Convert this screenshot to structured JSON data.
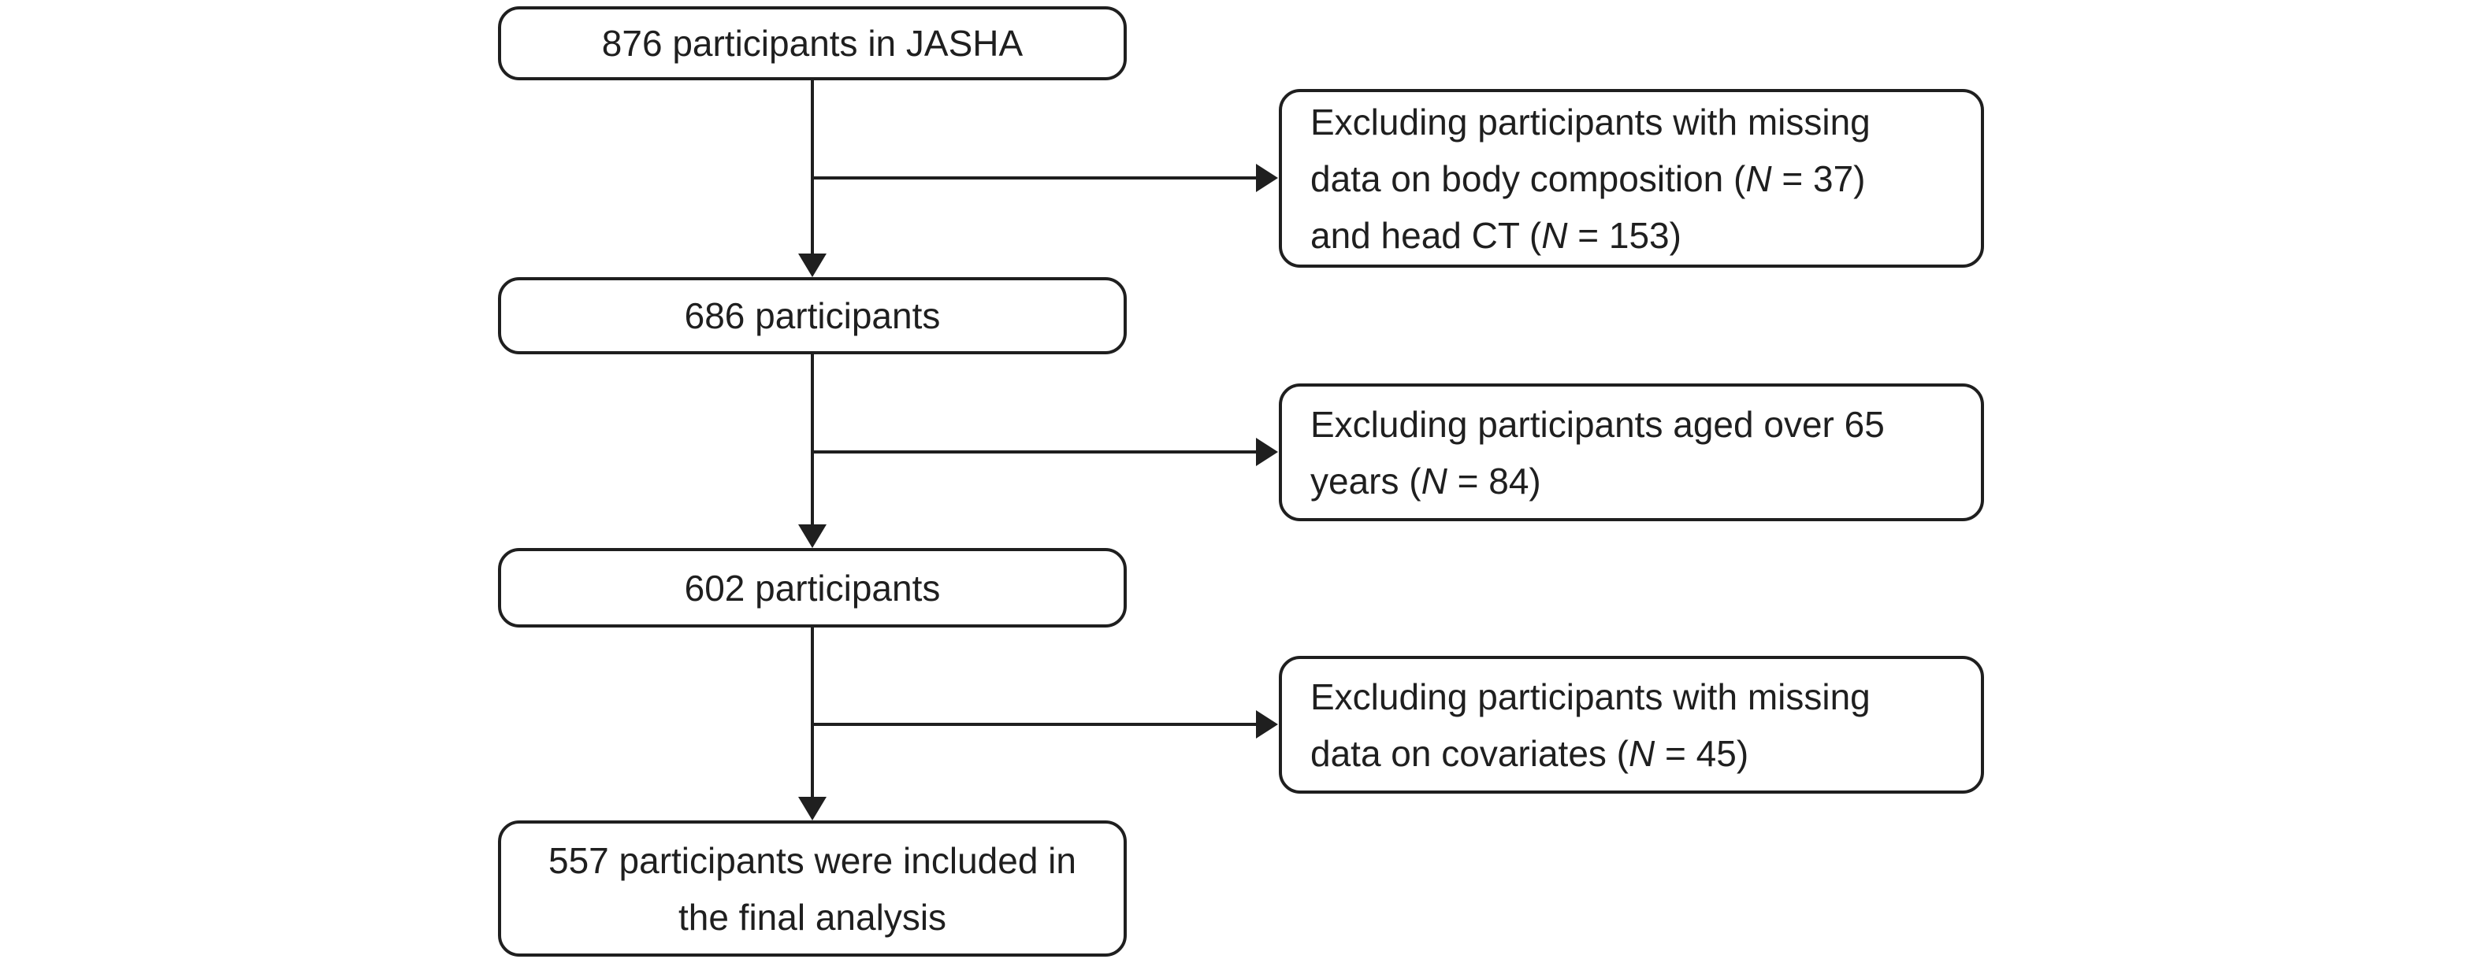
{
  "colors": {
    "ink": "#1f1f1f",
    "background": "#ffffff",
    "box_fill": "#ffffff"
  },
  "flow": {
    "main_boxes": [
      {
        "label": "876 participants in JASHA"
      },
      {
        "label": "686 participants"
      },
      {
        "label": "602 participants"
      },
      {
        "lines": [
          "557 participants were included in",
          "the final analysis"
        ]
      }
    ],
    "exclusions": [
      {
        "lines": [
          [
            {
              "t": "Excluding participants with missing"
            }
          ],
          [
            {
              "t": "data on body composition ("
            },
            {
              "t": "N",
              "i": true
            },
            {
              "t": " = 37)"
            }
          ],
          [
            {
              "t": "and head CT ("
            },
            {
              "t": "N",
              "i": true
            },
            {
              "t": " = 153)"
            }
          ]
        ]
      },
      {
        "lines": [
          [
            {
              "t": "Excluding participants aged over 65"
            }
          ],
          [
            {
              "t": "years ("
            },
            {
              "t": "N",
              "i": true
            },
            {
              "t": " = 84)"
            }
          ]
        ]
      },
      {
        "lines": [
          [
            {
              "t": "Excluding participants with missing"
            }
          ],
          [
            {
              "t": "data on covariates ("
            },
            {
              "t": "N",
              "i": true
            },
            {
              "t": " = 45)"
            }
          ]
        ]
      }
    ]
  }
}
